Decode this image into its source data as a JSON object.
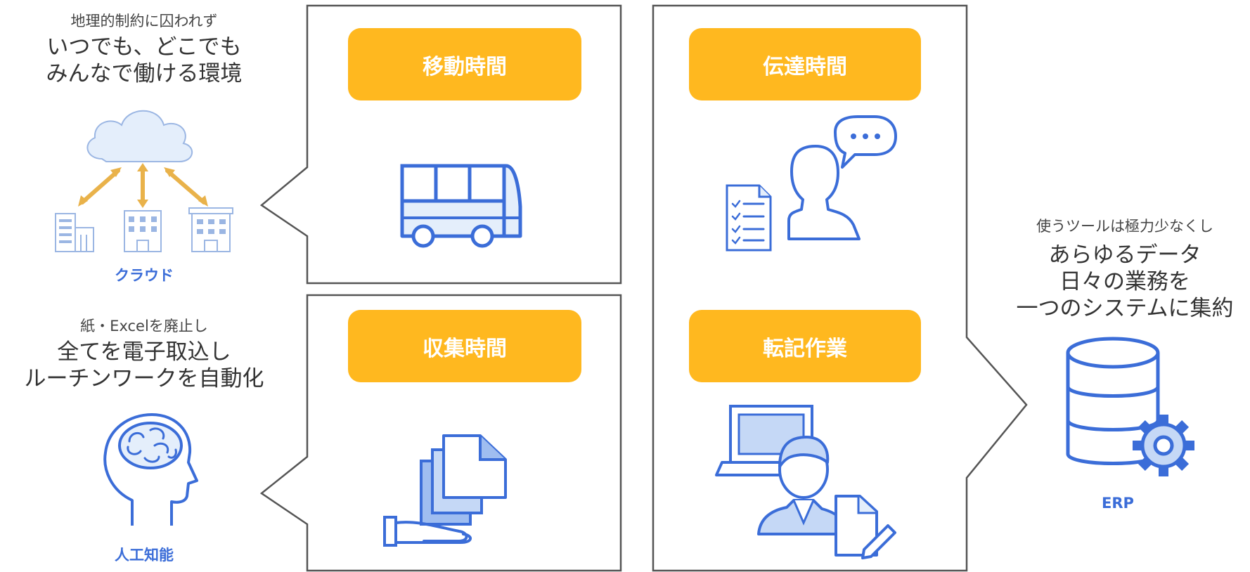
{
  "left": {
    "cloud": {
      "subtitle": "地理的制約に囚われず",
      "heading": [
        "いつでも、どこでも",
        "みんなで働ける環境"
      ],
      "caption": "クラウド",
      "icon": "cloud-network-icon"
    },
    "ai": {
      "subtitle": "紙・Excelを廃止し",
      "heading": [
        "全てを電子取込し",
        "ルーチンワークを自動化"
      ],
      "caption": "人工知能",
      "icon": "brain-head-icon"
    }
  },
  "boxes": {
    "travel": {
      "label": "移動時間",
      "icon": "bus-icon"
    },
    "collect": {
      "label": "収集時間",
      "icon": "documents-hand-icon"
    },
    "communicate": {
      "label": "伝達時間",
      "icon": "person-speech-icon"
    },
    "transcribe": {
      "label": "転記作業",
      "icon": "office-worker-icon"
    }
  },
  "right": {
    "subtitle": "使うツールは極力少なくし",
    "heading": [
      "あらゆるデータ",
      "日々の業務を",
      "一つのシステムに集約"
    ],
    "caption": "ERP",
    "icon": "database-gear-icon"
  },
  "colors": {
    "accent": "#ffb81f",
    "icon_blue": "#3b6dd8",
    "light_blue": "#e4eefb",
    "frame": "#555555"
  }
}
